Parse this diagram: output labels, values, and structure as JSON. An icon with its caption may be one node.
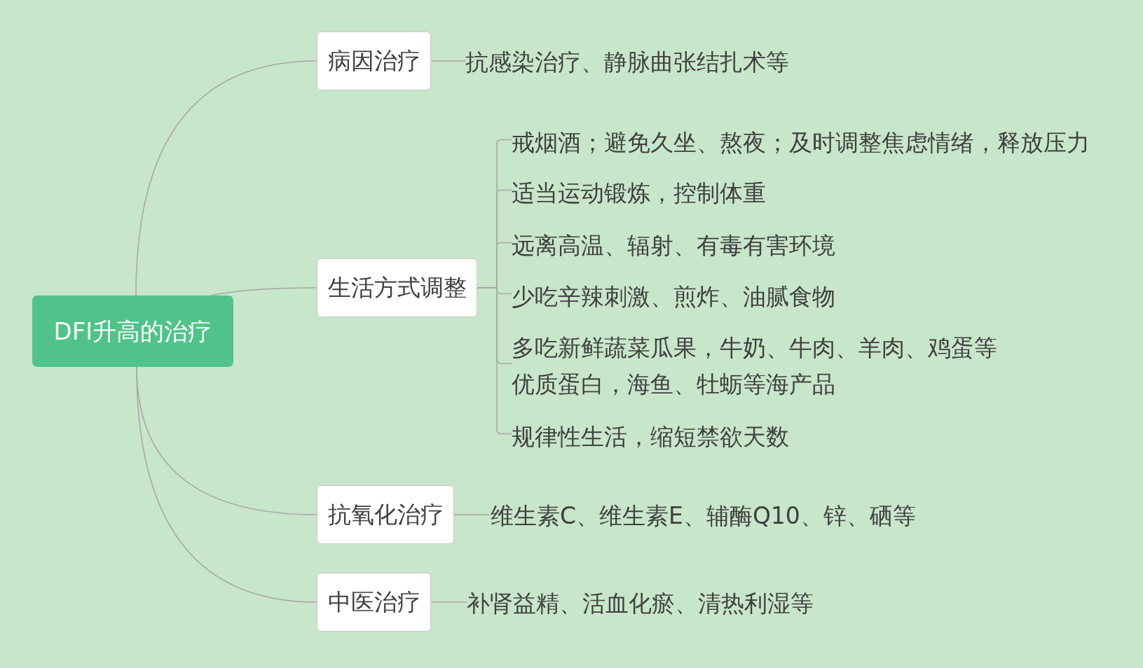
{
  "diagram": {
    "nodes": [
      {
        "text": [
          "DFI升高的治疗"
        ]
      },
      {
        "text": [
          "病因治疗"
        ]
      },
      {
        "text": [
          "抗感染治疗、静脉曲张结扎术等"
        ]
      },
      {
        "text": [
          "生活方式调整"
        ]
      },
      {
        "text": [
          "戒烟酒；避免久坐、熬夜；及时调整焦虑情绪，释放压力"
        ]
      },
      {
        "text": [
          "适当运动锻炼，控制体重"
        ]
      },
      {
        "text": [
          "远离高温、辐射、有毒有害环境"
        ]
      },
      {
        "text": [
          "少吃辛辣刺激、煎炸、油腻食物"
        ]
      },
      {
        "text": [
          "多吃新鲜蔬菜瓜果，牛奶、牛肉、羊肉、鸡蛋等优质蛋白，海鱼、牡蛎等海产品"
        ]
      },
      {
        "text": [
          "规律性生活，缩短禁欲天数"
        ]
      },
      {
        "text": [
          "抗氧化治疗"
        ]
      },
      {
        "text": [
          "维生素C、维生素E、辅酶Q10、锌、硒等"
        ]
      },
      {
        "text": [
          "中医治疗"
        ]
      },
      {
        "text": [
          "补肾益精、活血化瘀、清热利湿等"
        ]
      }
    ],
    "edges": [
      {
        "from": 0,
        "to": 1,
        "arrow": "none"
      },
      {
        "from": 0,
        "to": 3,
        "arrow": "none"
      },
      {
        "from": 0,
        "to": 10,
        "arrow": "none"
      },
      {
        "from": 0,
        "to": 12,
        "arrow": "none"
      },
      {
        "from": 1,
        "to": 2,
        "arrow": "none"
      },
      {
        "from": 3,
        "to": 4,
        "arrow": "none"
      },
      {
        "from": 3,
        "to": 5,
        "arrow": "none"
      },
      {
        "from": 3,
        "to": 6,
        "arrow": "none"
      },
      {
        "from": 3,
        "to": 7,
        "arrow": "none"
      },
      {
        "from": 3,
        "to": 8,
        "arrow": "none"
      },
      {
        "from": 3,
        "to": 9,
        "arrow": "none"
      },
      {
        "from": 10,
        "to": 11,
        "arrow": "none"
      },
      {
        "from": 12,
        "to": 13,
        "arrow": "none"
      }
    ]
  }
}
